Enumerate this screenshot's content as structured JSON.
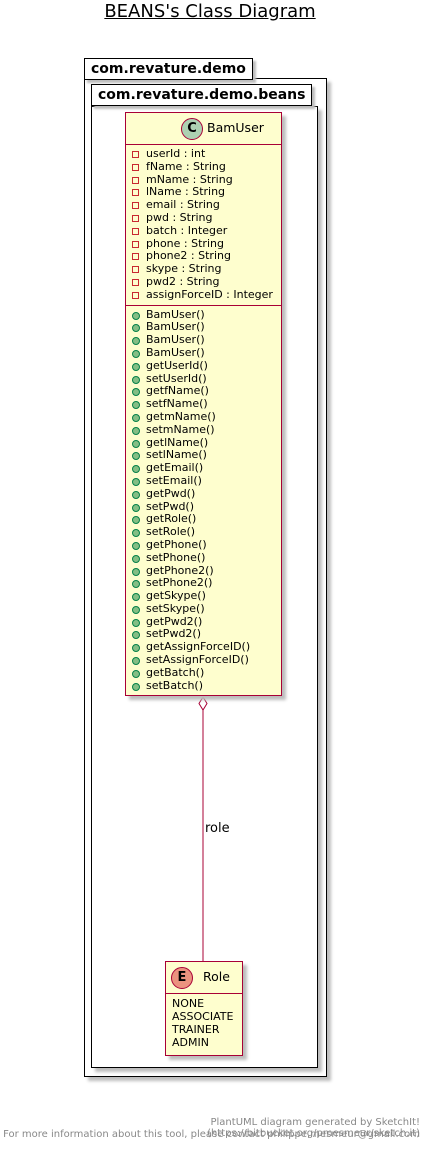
{
  "title": "BEANS's Class Diagram",
  "packages": {
    "outer": "com.revature.demo",
    "inner": "com.revature.demo.beans"
  },
  "bamuser": {
    "stereotype_letter": "C",
    "name": "BamUser",
    "fields": [
      "userId : int",
      "fName : String",
      "mName : String",
      "lName : String",
      "email : String",
      "pwd : String",
      "batch : Integer",
      "phone : String",
      "phone2 : String",
      "skype : String",
      "pwd2 : String",
      "assignForceID : Integer"
    ],
    "methods": [
      "BamUser()",
      "BamUser()",
      "BamUser()",
      "BamUser()",
      "getUserId()",
      "setUserId()",
      "getfName()",
      "setfName()",
      "getmName()",
      "setmName()",
      "getlName()",
      "setlName()",
      "getEmail()",
      "setEmail()",
      "getPwd()",
      "setPwd()",
      "getRole()",
      "setRole()",
      "getPhone()",
      "setPhone()",
      "getPhone2()",
      "setPhone2()",
      "getSkype()",
      "setSkype()",
      "getPwd2()",
      "setPwd2()",
      "getAssignForceID()",
      "setAssignForceID()",
      "getBatch()",
      "setBatch()"
    ]
  },
  "role": {
    "stereotype_letter": "E",
    "name": "Role",
    "values": [
      "NONE",
      "ASSOCIATE",
      "TRAINER",
      "ADMIN"
    ]
  },
  "relation": {
    "label": "role",
    "type": "aggregation"
  },
  "colors": {
    "class_fill": "#fefece",
    "class_border": "#a80036",
    "class_icon": "#add1b2",
    "enum_icon": "#eb937f",
    "relation_line": "#a80036"
  },
  "footer": {
    "line1": "PlantUML diagram generated by SketchIt! (https://bitbucket.org/pmesmeur/sketch.it)",
    "line2": "For more information about this tool, please contact philippe.mesmeur@gmail.com"
  }
}
